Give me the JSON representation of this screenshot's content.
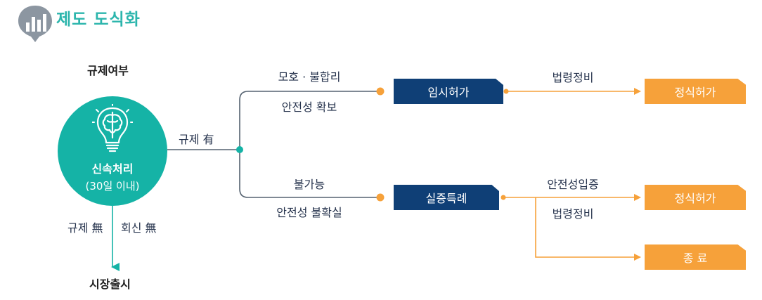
{
  "header": {
    "title": "제도 도식화"
  },
  "root": {
    "label": "규제여부",
    "title": "신속처리",
    "subtitle": "(30일 이내)"
  },
  "edges": {
    "regulation_yes": "규제 有",
    "regulation_no": "규제 無",
    "reply_no": "회신 無",
    "upper_top": "모호 · 불합리",
    "upper_bottom": "안전성 확보",
    "lower_top": "불가능",
    "lower_bottom": "안전성 불확실",
    "temp_to_formal": "법령정비",
    "demo_to_formal_top": "안전성입증",
    "demo_to_formal_bottom": "법령정비"
  },
  "nodes": {
    "market_launch": "시장출시",
    "temporary_permit": "임시허가",
    "demonstration_exception": "실증특례",
    "formal_permit_1": "정식허가",
    "formal_permit_2": "정식허가",
    "termination": "종 료"
  },
  "colors": {
    "teal": "#15b3a6",
    "navy": "#0f3f76",
    "orange": "#f6a13a",
    "text": "#26334d"
  }
}
